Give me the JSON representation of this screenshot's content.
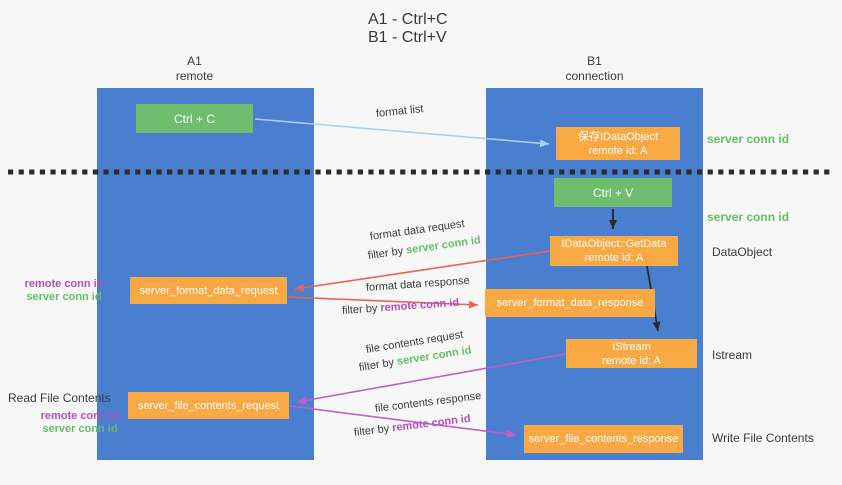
{
  "title": {
    "line1": "A1 - Ctrl+C",
    "line2": "B1 - Ctrl+V"
  },
  "lifelines": {
    "left": {
      "name": "A1",
      "role": "remote"
    },
    "right": {
      "name": "B1",
      "role": "connection"
    }
  },
  "nodes": {
    "ctrl_c": {
      "label": "Ctrl + C"
    },
    "ctrl_v": {
      "label": "Ctrl + V"
    },
    "save_dataobject": {
      "line1": "保存IDataObject",
      "line2": "remote id: A"
    },
    "getdata": {
      "line1": "IDataObject::GetData",
      "line2": "remote id: A"
    },
    "istream": {
      "line1": "IStream",
      "line2": "remote id: A"
    },
    "server_format_data_request": {
      "label": "server_format_data_request"
    },
    "server_format_data_response": {
      "label": "server_format_data_response"
    },
    "server_file_contents_request": {
      "label": "server_file_contents_request"
    },
    "server_file_contents_response": {
      "label": "server_file_contents_response"
    }
  },
  "labels": {
    "format_list": "format list",
    "format_data_request": "format data request",
    "format_data_response": "format data response",
    "file_contents_request": "file contents request",
    "file_contents_response": "file contents response",
    "filter_by": "filter by",
    "server_conn_id": "server conn id",
    "remote_conn_id": "remote conn id",
    "dataobject": "DataObject",
    "istream": "Istream",
    "read_file_contents": "Read File Contents",
    "write_file_contents": "Write File Contents"
  },
  "colors": {
    "background": "#f7f7f7",
    "lifeline_blue": "#4a7fd0",
    "node_orange": "#f9a943",
    "node_green": "#6fbe70",
    "text_green": "#67bd67",
    "text_magenta": "#b14fc0",
    "arrow_red": "#e8635a",
    "arrow_magenta": "#c45ec4",
    "arrow_lightblue": "#a9d2f0",
    "arrow_black": "#2b2b2b",
    "text_dark": "#3a3a3a"
  }
}
